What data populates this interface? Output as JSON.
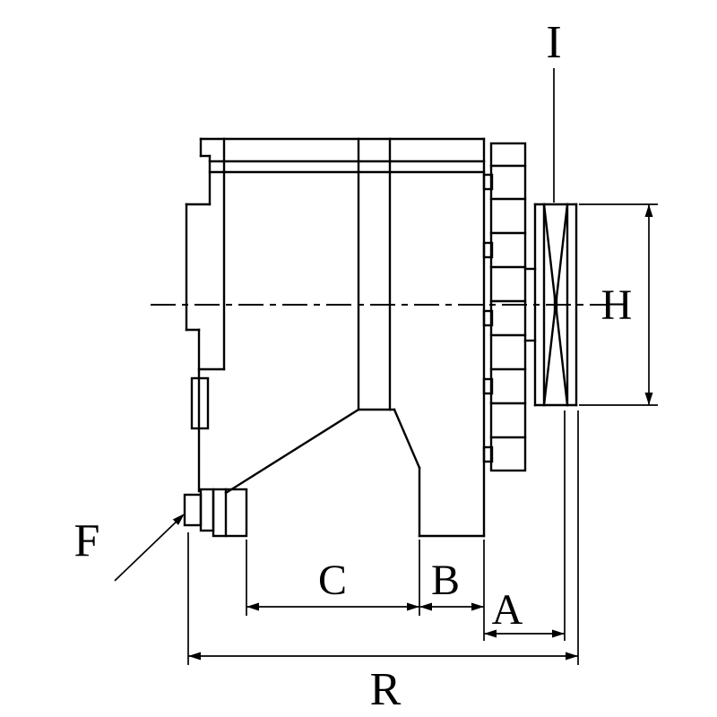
{
  "diagram": {
    "type": "technical-drawing-alternator-side-view",
    "background_color": "#ffffff",
    "line_color": "#000000",
    "labels": {
      "i": "I",
      "h": "H",
      "f": "F",
      "c": "C",
      "b": "B",
      "a": "A",
      "r": "R"
    }
  }
}
